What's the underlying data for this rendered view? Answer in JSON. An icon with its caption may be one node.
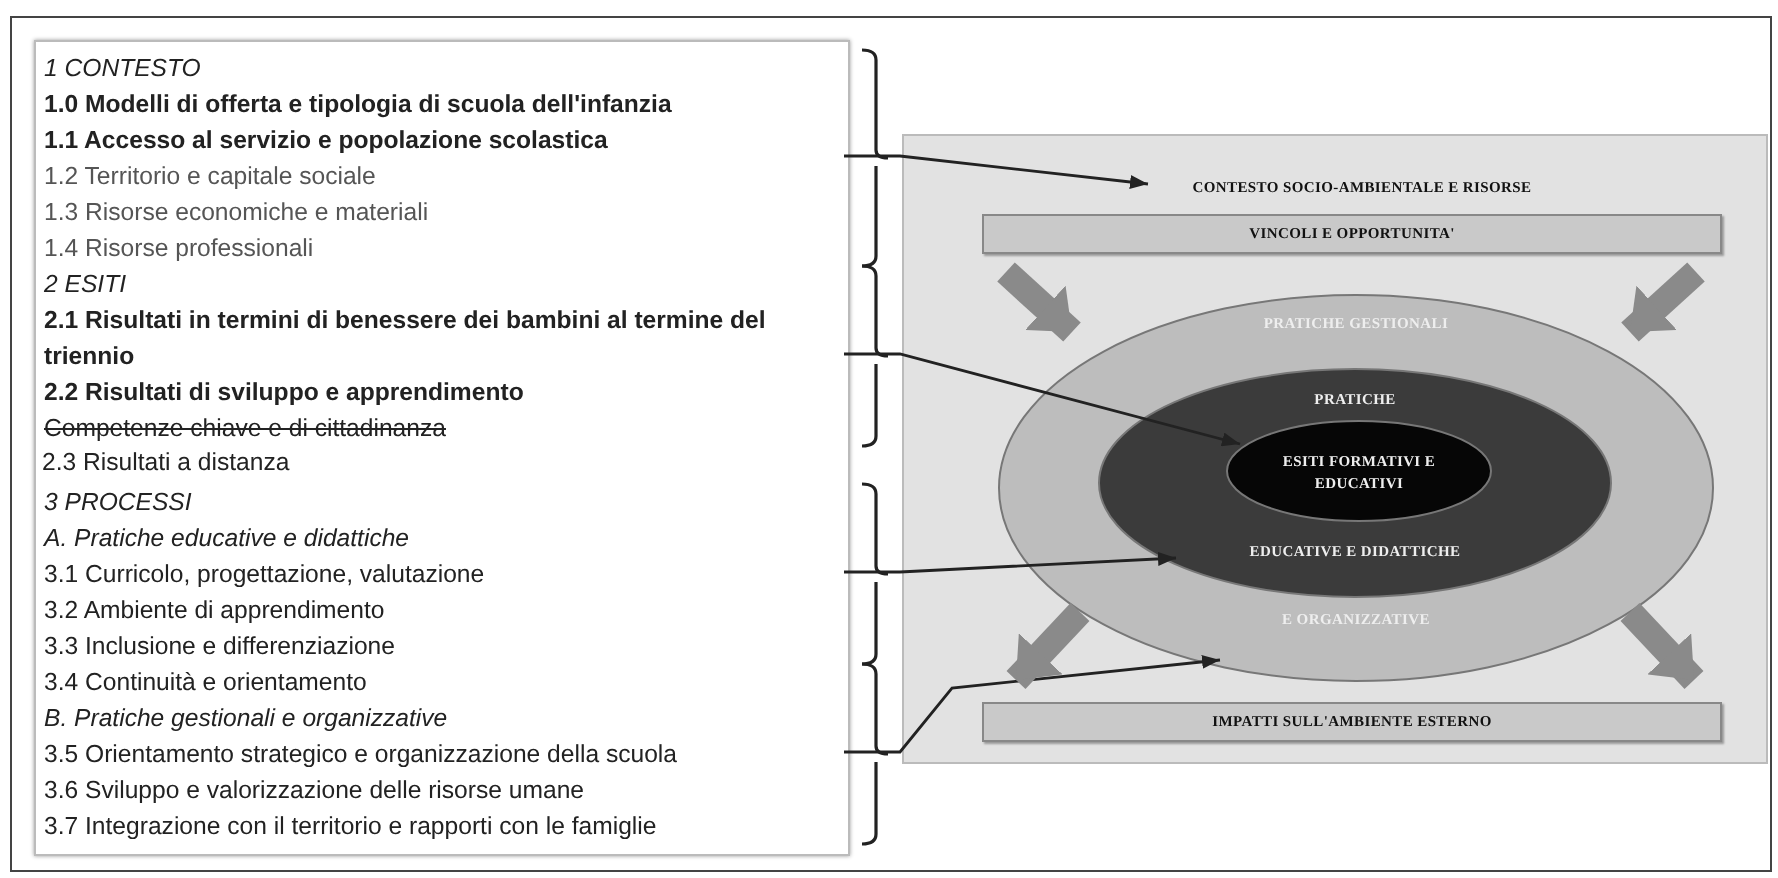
{
  "diagram": {
    "nodes": [
      {
        "text": [],
        "shape": "box"
      },
      {
        "text": [
          "1 CONTESTO",
          "1.0 Modelli di offerta e tipologia di scuola dell'infanzia",
          "1.1 Accesso al servizio e popolazione scolastica",
          "1.2 Territorio e capitale sociale",
          "1.3 Risorse economiche e materiali",
          "1.4 Risorse professionali"
        ],
        "in": 0
      },
      {
        "text": [
          "2 ESITI",
          "2.1 Risultati in termini di benessere dei bambini al termine del triennio",
          "2.2 Risultati di sviluppo e apprendimento",
          "Competenze chiave e di cittadinanza"
        ],
        "in": 0
      },
      {
        "text": [
          "3 PROCESSI",
          "A. Pratiche educative e didattiche",
          "3.1 Curricolo, progettazione, valutazione",
          "3.2 Ambiente di apprendimento",
          "3.3 Inclusione e differenziazione"
        ],
        "in": 0
      },
      {
        "text": [
          "3.4 Continuità e orientamento",
          "B. Pratiche gestionali e organizzative",
          "3.5 Orientamento strategico e organizzazione della scuola",
          "3.6 Sviluppo e valorizzazione delle risorse umane",
          "3.7 Integrazione con il territorio e rapporti con le famiglie"
        ],
        "in": 0
      },
      {
        "text": [],
        "shape": "box"
      },
      {
        "text": [
          "CONTESTO SOCIO-AMBIENTALE E RISORSE"
        ],
        "in": 5
      },
      {
        "text": [
          "VINCOLI E OPPORTUNITA'"
        ],
        "in": 5
      },
      {
        "text": [
          "PRATICHE GESTIONALI",
          "E ORGANIZZATIVE"
        ],
        "in": 5
      },
      {
        "text": [
          "PRATICHE",
          "EDUCATIVE E DIDATTICHE"
        ],
        "in": 8
      },
      {
        "text": [
          "ESITI FORMATIVI E EDUCATIVI"
        ],
        "in": 9
      },
      {
        "text": [
          "IMPATTI SULL'AMBIENTE ESTERNO"
        ],
        "in": 5
      }
    ],
    "edges": [
      {
        "from": 1,
        "to": 6,
        "arrow": "to"
      },
      {
        "from": 2,
        "to": 10,
        "arrow": "to"
      },
      {
        "from": 3,
        "to": 9,
        "arrow": "to"
      },
      {
        "from": 4,
        "to": 8,
        "arrow": "to"
      },
      {
        "from": 7,
        "to": 8,
        "arrow": "to",
        "style": "thick",
        "color": "#8a8a8a"
      },
      {
        "from": 7,
        "to": 8,
        "arrow": "to",
        "style": "thick",
        "color": "#8a8a8a"
      },
      {
        "from": 8,
        "to": 11,
        "arrow": "to",
        "style": "thick",
        "color": "#8a8a8a"
      },
      {
        "from": 8,
        "to": 11,
        "arrow": "to",
        "style": "thick",
        "color": "#8a8a8a"
      }
    ],
    "labels": [
      "2.3 Risultati a distanza"
    ]
  }
}
